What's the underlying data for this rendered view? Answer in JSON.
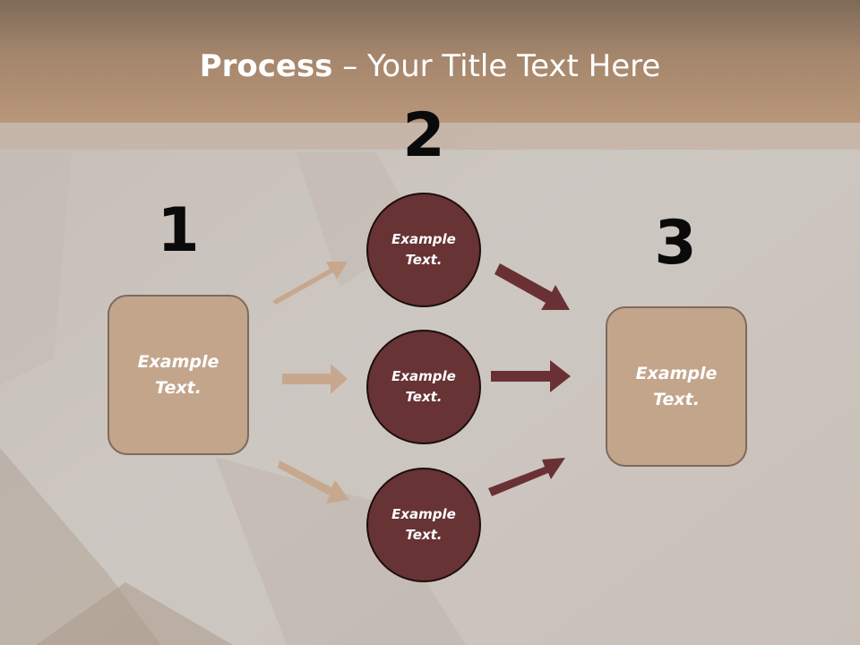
{
  "title": {
    "bold": "Process",
    "rest": " – Your Title Text Here"
  },
  "steps": [
    {
      "number": "1",
      "text": "Example\nText."
    },
    {
      "number": "2"
    },
    {
      "number": "3",
      "text": "Example\nText."
    }
  ],
  "circles": [
    {
      "text": "Example\nText."
    },
    {
      "text": "Example\nText."
    },
    {
      "text": "Example\nText."
    }
  ],
  "colors": {
    "box_fill": "#c3a58c",
    "circle_fill": "#673334",
    "left_arrow": "#c7a88e",
    "right_arrow": "#6a3134",
    "title_band": "#a4866c"
  }
}
